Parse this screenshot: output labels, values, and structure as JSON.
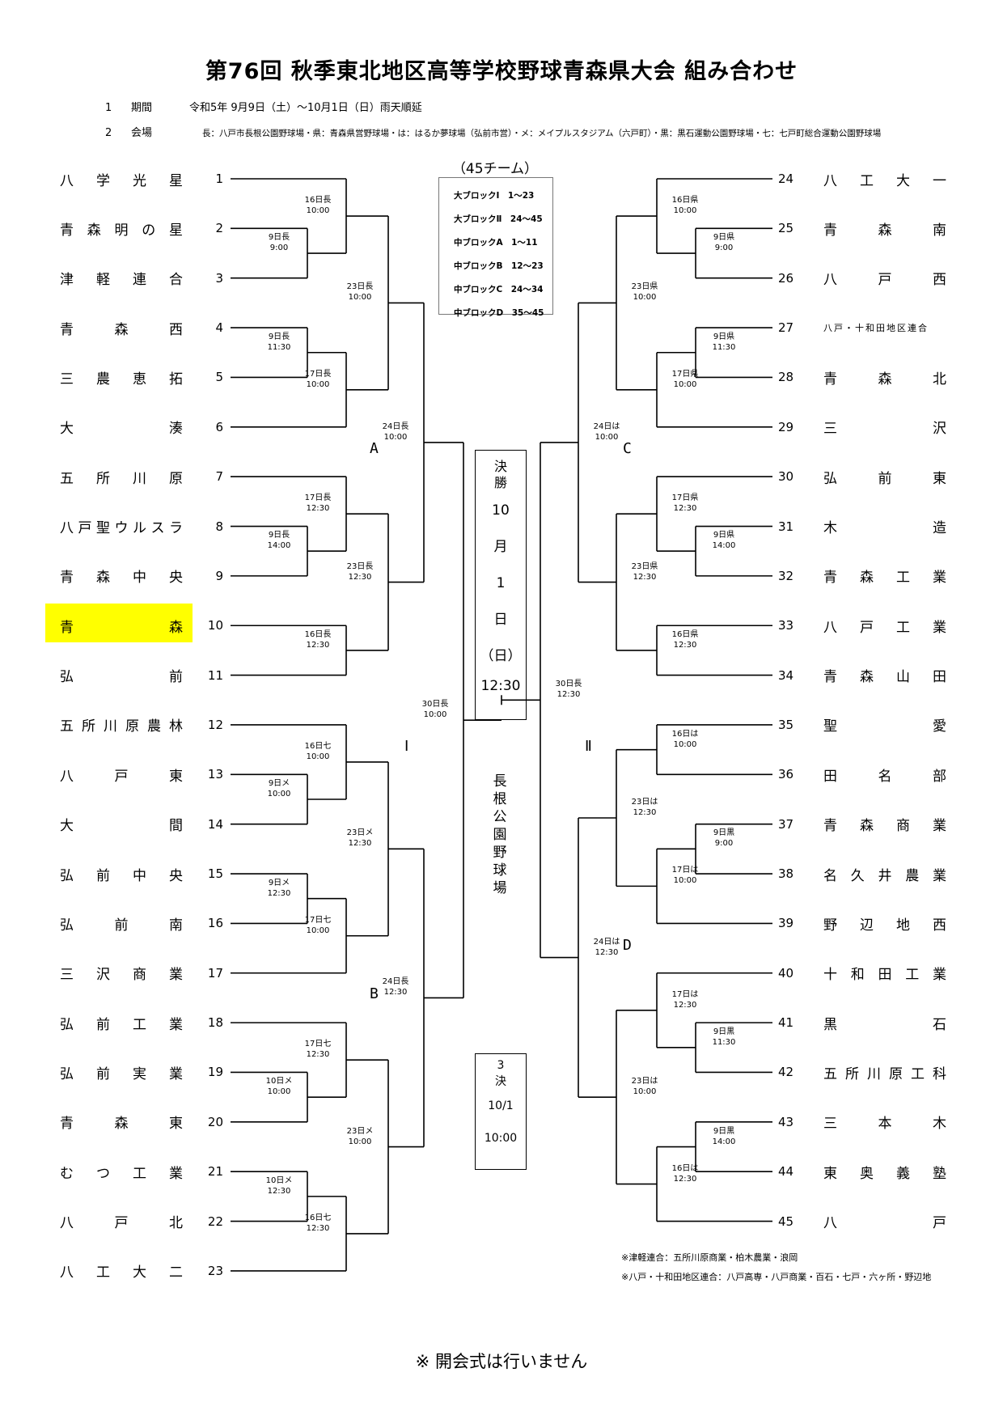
{
  "title": "第76回 秋季東北地区高等学校野球青森県大会 組み合わせ",
  "info": [
    {
      "num": "1",
      "label": "期間",
      "text": "令和5年 9月9日（土）～10月1日（日）雨天順延"
    },
    {
      "num": "2",
      "label": "会場",
      "text": "長：八戸市長根公園野球場・県：青森県営野球場・は：はるか夢球場（弘前市営）・メ：メイプルスタジアム（六戸町）・黒：黒石運動公園野球場・七：七戸町総合運動公園野球場"
    }
  ],
  "legend": {
    "title": "（45チーム）",
    "rows": [
      "大ブロックⅠ　1～23",
      "大ブロックⅡ　24～45",
      "中ブロックA　1～11",
      "中ブロックB　12～23",
      "中ブロックC　24～34",
      "中ブロックD　35～45"
    ]
  },
  "left_teams": [
    {
      "seed": "1",
      "name": "八学光星"
    },
    {
      "seed": "2",
      "name": "青森明の星"
    },
    {
      "seed": "3",
      "name": "津軽連合"
    },
    {
      "seed": "4",
      "name": "青森西"
    },
    {
      "seed": "5",
      "name": "三農恵拓"
    },
    {
      "seed": "6",
      "name": "大湊"
    },
    {
      "seed": "7",
      "name": "五所川原"
    },
    {
      "seed": "8",
      "name": "八戸聖ウルスラ"
    },
    {
      "seed": "9",
      "name": "青森中央"
    },
    {
      "seed": "10",
      "name": "青森"
    },
    {
      "seed": "11",
      "name": "弘前"
    },
    {
      "seed": "12",
      "name": "五所川原農林"
    },
    {
      "seed": "13",
      "name": "八戸東"
    },
    {
      "seed": "14",
      "name": "大間"
    },
    {
      "seed": "15",
      "name": "弘前中央"
    },
    {
      "seed": "16",
      "name": "弘前南"
    },
    {
      "seed": "17",
      "name": "三沢商業"
    },
    {
      "seed": "18",
      "name": "弘前工業"
    },
    {
      "seed": "19",
      "name": "弘前実業"
    },
    {
      "seed": "20",
      "name": "青森東"
    },
    {
      "seed": "21",
      "name": "むつ工業"
    },
    {
      "seed": "22",
      "name": "八戸北"
    },
    {
      "seed": "23",
      "name": "八工大二"
    }
  ],
  "right_teams": [
    {
      "seed": "24",
      "name": "八工大一"
    },
    {
      "seed": "25",
      "name": "青森南"
    },
    {
      "seed": "26",
      "name": "八戸西"
    },
    {
      "seed": "27",
      "name": "八戸・十和田地区連合"
    },
    {
      "seed": "28",
      "name": "青森北"
    },
    {
      "seed": "29",
      "name": "三沢"
    },
    {
      "seed": "30",
      "name": "弘前東"
    },
    {
      "seed": "31",
      "name": "木造"
    },
    {
      "seed": "32",
      "name": "青森工業"
    },
    {
      "seed": "33",
      "name": "八戸工業"
    },
    {
      "seed": "34",
      "name": "青森山田"
    },
    {
      "seed": "35",
      "name": "聖愛"
    },
    {
      "seed": "36",
      "name": "田名部"
    },
    {
      "seed": "37",
      "name": "青森商業"
    },
    {
      "seed": "38",
      "name": "名久井農業"
    },
    {
      "seed": "39",
      "name": "野辺地西"
    },
    {
      "seed": "40",
      "name": "十和田工業"
    },
    {
      "seed": "41",
      "name": "黒石"
    },
    {
      "seed": "42",
      "name": "五所川原工科"
    },
    {
      "seed": "43",
      "name": "三本木"
    },
    {
      "seed": "44",
      "name": "東奥義塾"
    },
    {
      "seed": "45",
      "name": "八戸"
    }
  ],
  "games": {
    "L2_3": [
      "9日長",
      "9:00"
    ],
    "L1_23": [
      "16日長",
      "10:00"
    ],
    "L4_5": [
      "9日長",
      "11:30"
    ],
    "L45_6": [
      "17日長",
      "10:00"
    ],
    "LQ1": [
      "23日長",
      "10:00"
    ],
    "L8_9": [
      "9日長",
      "14:00"
    ],
    "L7_89": [
      "17日長",
      "12:30"
    ],
    "L10_11": [
      "16日長",
      "12:30"
    ],
    "LQ2": [
      "23日長",
      "12:30"
    ],
    "LA": [
      "24日長",
      "10:00"
    ],
    "L13_14": [
      "9日メ",
      "10:00"
    ],
    "L12_1314": [
      "16日七",
      "10:00"
    ],
    "L15_16": [
      "9日メ",
      "12:30"
    ],
    "L1516_17": [
      "17日七",
      "10:00"
    ],
    "LQ3": [
      "23日メ",
      "12:30"
    ],
    "L19_20": [
      "10日メ",
      "10:00"
    ],
    "L18_1920": [
      "17日七",
      "12:30"
    ],
    "L21_22": [
      "10日メ",
      "12:30"
    ],
    "L2122_23": [
      "16日七",
      "12:30"
    ],
    "LQ4": [
      "23日メ",
      "10:00"
    ],
    "LB": [
      "24日長",
      "12:30"
    ],
    "LI": [
      "30日長",
      "10:00"
    ],
    "R25_26": [
      "9日県",
      "9:00"
    ],
    "R24_2526": [
      "16日県",
      "10:00"
    ],
    "R27_28": [
      "9日県",
      "11:30"
    ],
    "R2728_29": [
      "17日県",
      "10:00"
    ],
    "RQ1": [
      "23日県",
      "10:00"
    ],
    "R31_32": [
      "9日県",
      "14:00"
    ],
    "R30_3132": [
      "17日県",
      "12:30"
    ],
    "R33_34": [
      "16日県",
      "12:30"
    ],
    "RQ2": [
      "23日県",
      "12:30"
    ],
    "RC": [
      "24日は",
      "10:00"
    ],
    "R35_36": [
      "16日は",
      "10:00"
    ],
    "R37_38": [
      "9日黒",
      "9:00"
    ],
    "R3738_39": [
      "17日は",
      "10:00"
    ],
    "RQ3": [
      "23日は",
      "12:30"
    ],
    "R41_42": [
      "9日黒",
      "11:30"
    ],
    "R40_4142": [
      "17日は",
      "12:30"
    ],
    "R43_44": [
      "9日黒",
      "14:00"
    ],
    "R4344_45": [
      "16日は",
      "12:30"
    ],
    "RQ4": [
      "23日は",
      "10:00"
    ],
    "RD": [
      "24日は",
      "12:30"
    ],
    "RII": [
      "30日長",
      "12:30"
    ]
  },
  "blocks": {
    "A": "A",
    "B": "B",
    "C": "C",
    "D": "D",
    "I": "Ⅰ",
    "II": "Ⅱ"
  },
  "final": {
    "label": [
      "決",
      "勝"
    ],
    "date": [
      "10",
      "月",
      "1",
      "日",
      "（日）"
    ],
    "time": "12:30",
    "venue": [
      "長",
      "根",
      "公",
      "園",
      "野",
      "球",
      "場"
    ]
  },
  "third": {
    "label": [
      "3",
      "決"
    ],
    "date": "10/1",
    "time": "10:00"
  },
  "notes": [
    "※津軽連合：五所川原商業・柏木農業・浪岡",
    "※八戸・十和田地区連合：八戸高専・八戸商業・百石・七戸・六ヶ所・野辺地"
  ],
  "bottom_note": "※ 開会式は行いません"
}
